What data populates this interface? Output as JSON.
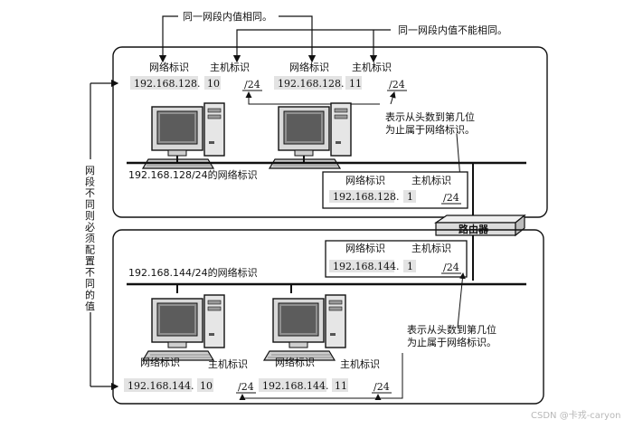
{
  "top_notes": {
    "same": "同一网段内值相同。",
    "different": "同一网段内值不能相同。"
  },
  "side_note_chars": [
    "网",
    "段",
    "不",
    "同",
    "则",
    "必",
    "须",
    "配",
    "置",
    "不",
    "同",
    "的",
    "值"
  ],
  "net1": {
    "caption": "192.168.128/24的网络标识",
    "pc1": {
      "net_label": "网络标识",
      "host_label": "主机标识",
      "net_value": "192.168.128.",
      "host_value": "10",
      "prefix": "/24"
    },
    "pc2": {
      "net_label": "网络标识",
      "host_label": "主机标识",
      "net_value": "192.168.128.",
      "host_value": "11",
      "prefix": "/24"
    },
    "router_if": {
      "net_label": "网络标识",
      "host_label": "主机标识",
      "net_value": "192.168.128.",
      "host_value": "1",
      "prefix": "/24"
    },
    "note_line1": "表示从头数到第几位",
    "note_line2": "为止属于网络标识。"
  },
  "router_label": "路由器",
  "net2": {
    "caption": "192.168.144/24的网络标识",
    "router_if": {
      "net_label": "网络标识",
      "host_label": "主机标识",
      "net_value": "192.168.144.",
      "host_value": "1",
      "prefix": "/24"
    },
    "pc1": {
      "net_label": "网络标识",
      "host_label": "主机标识",
      "net_value": "192.168.144.",
      "host_value": "10",
      "prefix": "/24"
    },
    "pc2": {
      "net_label": "网络标识",
      "host_label": "主机标识",
      "net_value": "192.168.144.",
      "host_value": "11",
      "prefix": "/24"
    },
    "note_line1": "表示从头数到第几位",
    "note_line2": "为止属于网络标识。"
  },
  "watermark": "CSDN @卡戎-caryon"
}
